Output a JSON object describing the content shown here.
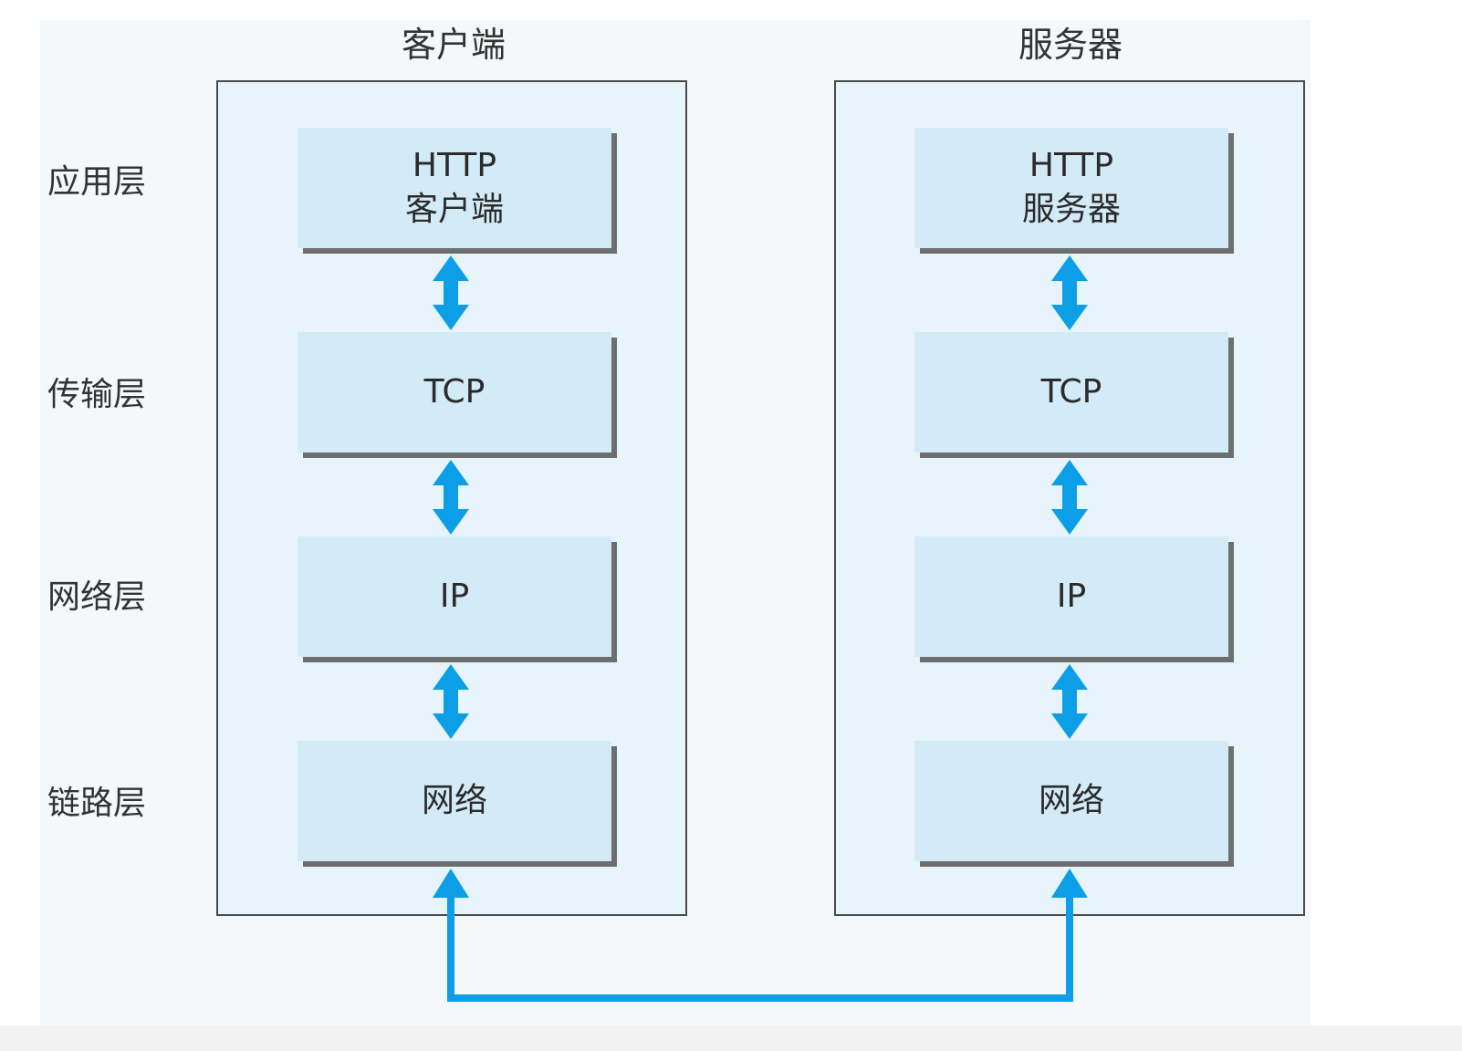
{
  "hosts": {
    "client": {
      "title": "客户端",
      "layers": [
        {
          "line1": "HTTP",
          "line2": "客户端"
        },
        {
          "line1": "TCP",
          "line2": ""
        },
        {
          "line1": "IP",
          "line2": ""
        },
        {
          "line1": "网络",
          "line2": ""
        }
      ]
    },
    "server": {
      "title": "服务器",
      "layers": [
        {
          "line1": "HTTP",
          "line2": "服务器"
        },
        {
          "line1": "TCP",
          "line2": ""
        },
        {
          "line1": "IP",
          "line2": ""
        },
        {
          "line1": "网络",
          "line2": ""
        }
      ]
    }
  },
  "layer_labels": [
    "应用层",
    "传输层",
    "网络层",
    "链路层"
  ],
  "colors": {
    "arrow": "#0c9ee6",
    "host_fill": "#e7f4fb",
    "box_fill": "#d3ebf7",
    "box_shadow": "#6e6e6e",
    "border": "#4a4a4a"
  }
}
